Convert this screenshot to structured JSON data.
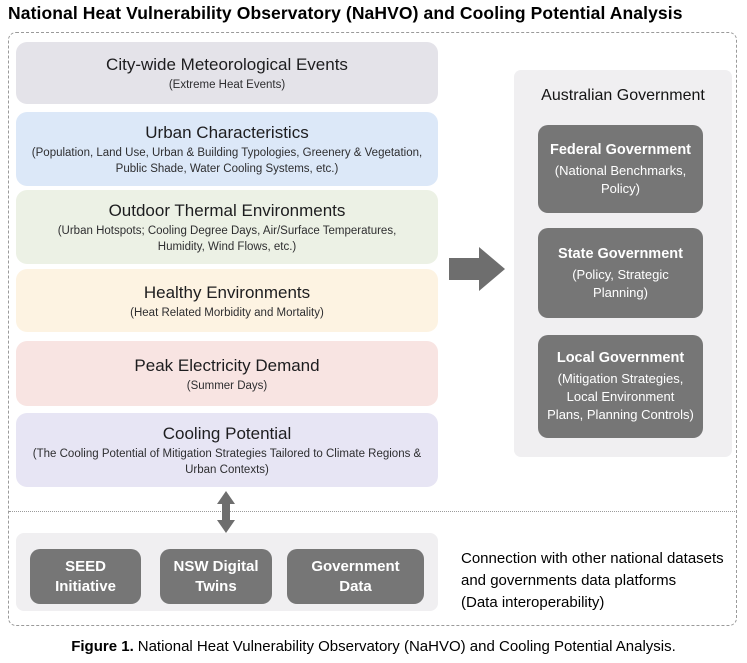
{
  "title": "National Heat Vulnerability Observatory (NaHVO) and Cooling Potential Analysis",
  "left_column": {
    "boxes": [
      {
        "heading": "City-wide Meteorological Events",
        "subtitle": "(Extreme Heat Events)",
        "bg": "#e4e3e9"
      },
      {
        "heading": "Urban Characteristics",
        "subtitle": "(Population, Land Use, Urban & Building Typologies, Greenery & Vegetation, Public Shade, Water Cooling Systems, etc.)",
        "bg": "#dce8f8"
      },
      {
        "heading": "Outdoor Thermal Environments",
        "subtitle": "(Urban Hotspots; Cooling Degree Days, Air/Surface Temperatures, Humidity, Wind Flows, etc.)",
        "bg": "#ecf1e5"
      },
      {
        "heading": "Healthy Environments",
        "subtitle": "(Heat Related Morbidity and Mortality)",
        "bg": "#fdf3e2"
      },
      {
        "heading": "Peak Electricity Demand",
        "subtitle": "(Summer Days)",
        "bg": "#f8e4e2"
      },
      {
        "heading": "Cooling Potential",
        "subtitle": "(The Cooling Potential of Mitigation Strategies Tailored to Climate Regions & Urban Contexts)",
        "bg": "#e7e5f4"
      }
    ]
  },
  "government_panel": {
    "title": "Australian Government",
    "boxes": [
      {
        "heading": "Federal Government",
        "subtitle": "(National Benchmarks, Policy)"
      },
      {
        "heading": "State Government",
        "subtitle": "(Policy, Strategic Planning)"
      },
      {
        "heading": "Local Government",
        "subtitle": "(Mitigation Strategies, Local Environment Plans, Planning Controls)"
      }
    ]
  },
  "datasets_panel": {
    "boxes": [
      {
        "label": "SEED Initiative"
      },
      {
        "label": "NSW Digital Twins"
      },
      {
        "label": "Government Data"
      }
    ],
    "note_lines": [
      "Connection with other national datasets",
      "and governments data platforms",
      "(Data interoperability)"
    ]
  },
  "caption": {
    "label": "Figure 1.",
    "text": "National Heat Vulnerability Observatory (NaHVO) and Cooling Potential Analysis."
  },
  "colors": {
    "panel_bg": "#f0eff1",
    "dark_box_bg": "#767676",
    "dark_box_text": "#ffffff",
    "arrow": "#6e6e6e"
  }
}
